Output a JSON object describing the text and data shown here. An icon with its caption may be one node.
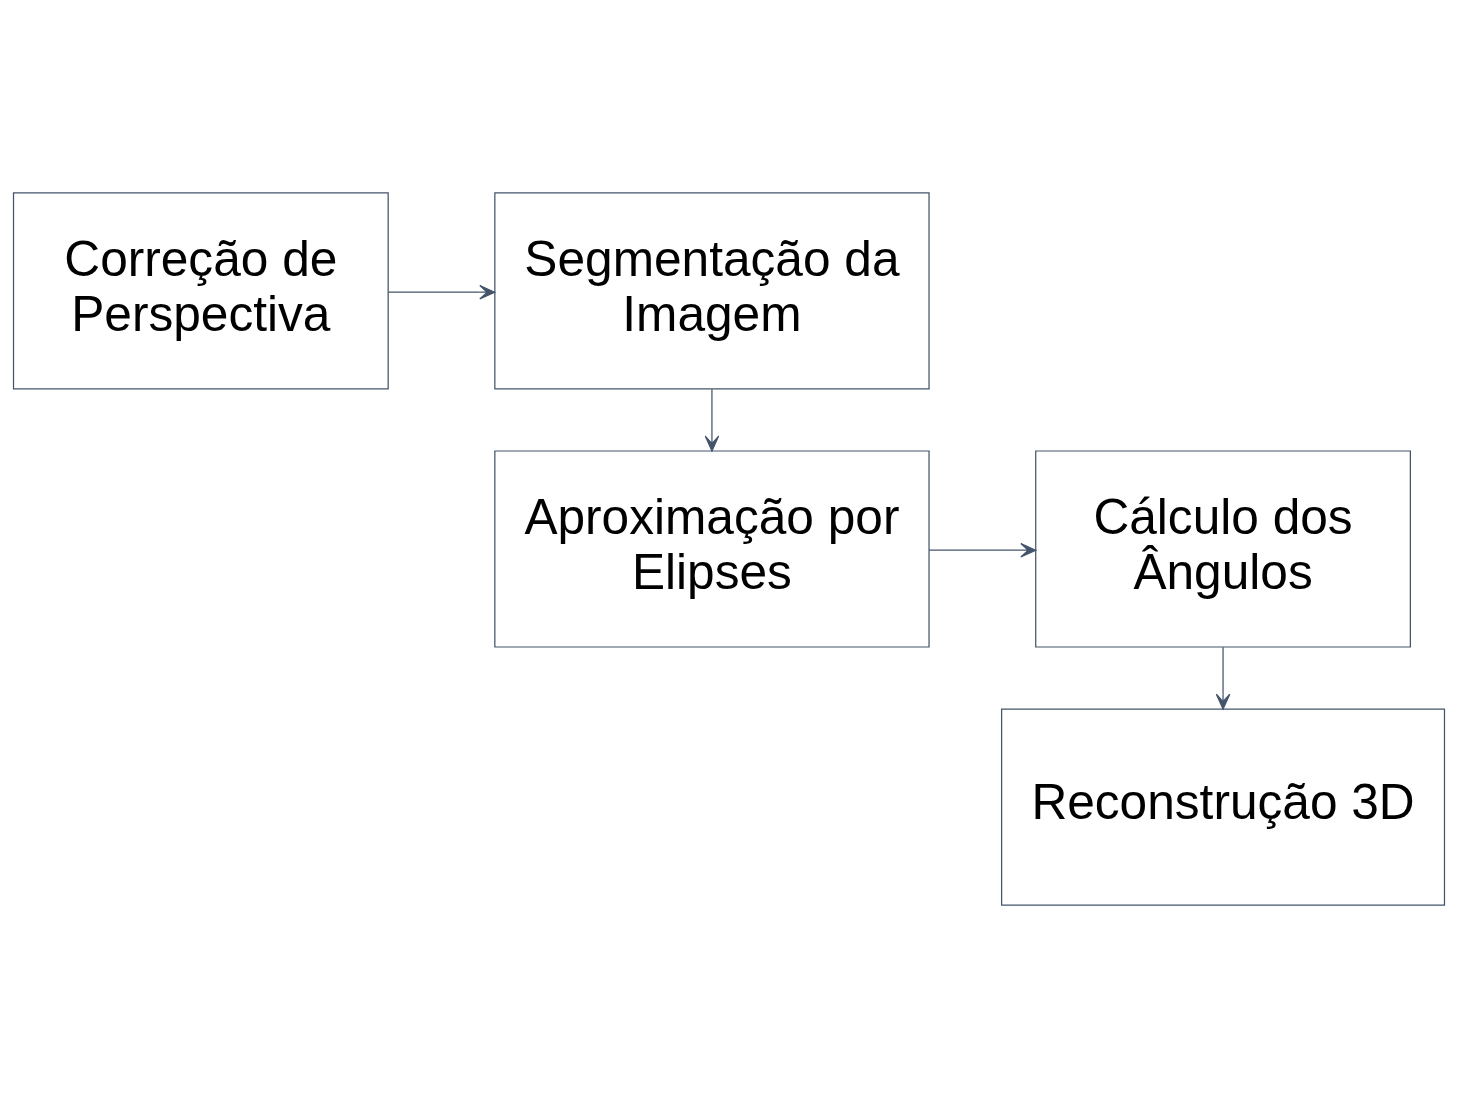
{
  "diagram": {
    "nodes": [
      {
        "text": [
          "Correção de Perspectiva"
        ]
      },
      {
        "text": [
          "Segmentação da Imagem"
        ]
      },
      {
        "text": [
          "Aproximação por Elipses"
        ]
      },
      {
        "text": [
          "Cálculo dos Ângulos"
        ]
      },
      {
        "text": [
          "Reconstrução 3D"
        ]
      }
    ],
    "edges": [
      {
        "from": 0,
        "to": 1,
        "arrow": "to"
      },
      {
        "from": 1,
        "to": 2,
        "arrow": "to"
      },
      {
        "from": 2,
        "to": 3,
        "arrow": "to"
      },
      {
        "from": 3,
        "to": 4,
        "arrow": "to"
      }
    ]
  }
}
